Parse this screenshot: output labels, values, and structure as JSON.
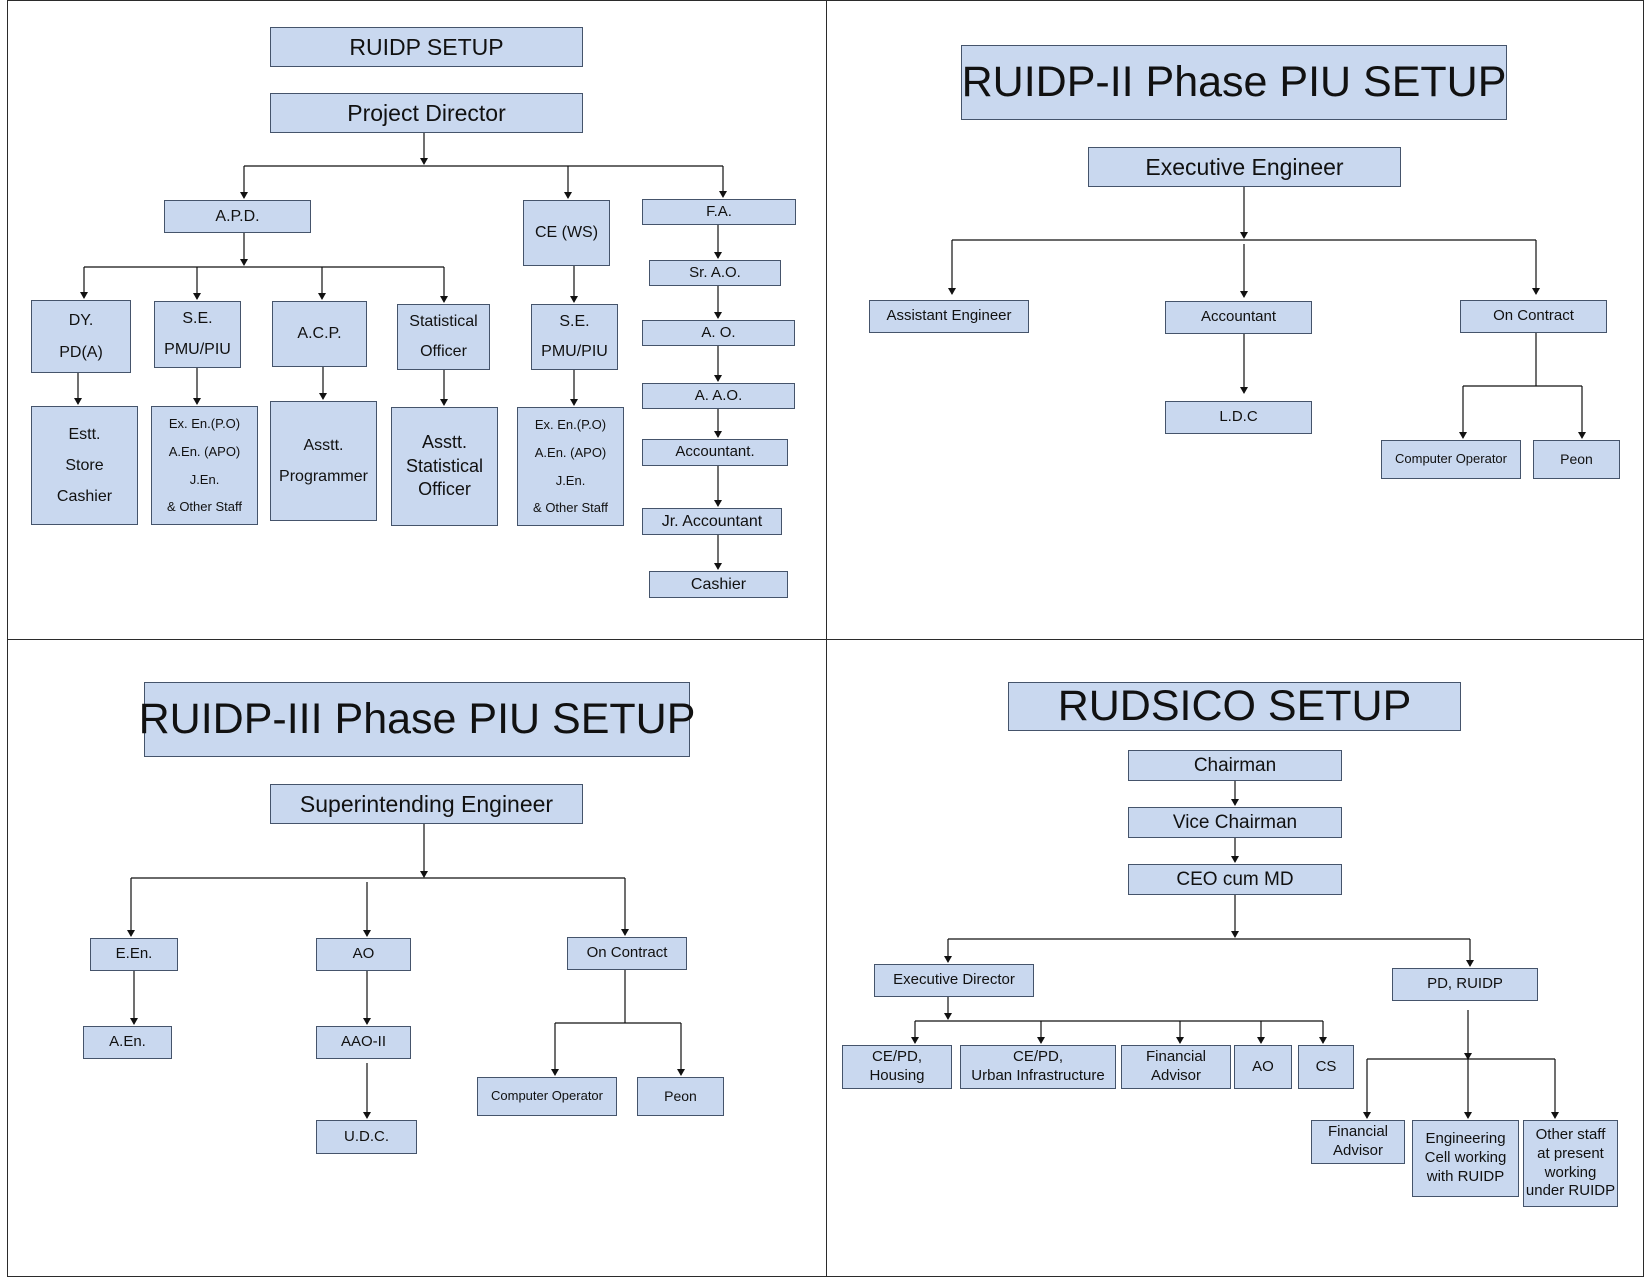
{
  "q1": {
    "title": "RUIDP SETUP",
    "top": "Project Director",
    "apd": "A.P.D.",
    "cews": "CE (WS)",
    "fa": "F.A.",
    "dypda": [
      "DY.",
      "PD(A)"
    ],
    "se1": [
      "S.E.",
      "PMU/PIU"
    ],
    "acp": "A.C.P.",
    "stat": [
      "Statistical",
      "Officer"
    ],
    "se2": [
      "S.E.",
      "PMU/PIU"
    ],
    "estt": [
      "Estt.",
      "Store",
      "Cashier"
    ],
    "exen1": [
      "Ex. En.(P.O)",
      "A.En. (APO)",
      "J.En.",
      "& Other Staff"
    ],
    "asstprog": [
      "Asstt.",
      "Programmer"
    ],
    "asststat": [
      "Asstt.",
      "Statistical",
      "Officer"
    ],
    "exen2": [
      "Ex. En.(P.O)",
      "A.En. (APO)",
      "J.En.",
      "& Other Staff"
    ],
    "srao": "Sr. A.O.",
    "ao": "A. O.",
    "aao": "A. A.O.",
    "accountant": "Accountant.",
    "jracc": "Jr. Accountant",
    "cashier": "Cashier"
  },
  "q2": {
    "title": "RUIDP-II Phase PIU SETUP",
    "top": "Executive Engineer",
    "ae": "Assistant Engineer",
    "acc": "Accountant",
    "oncontract": "On Contract",
    "ldc": "L.D.C",
    "compop": "Computer Operator",
    "peon": "Peon"
  },
  "q3": {
    "title": "RUIDP-III Phase PIU SETUP",
    "top": "Superintending Engineer",
    "een": "E.En.",
    "ao": "AO",
    "oncontract": "On Contract",
    "aen": "A.En.",
    "aao": "AAO-II",
    "udc": "U.D.C.",
    "compop": "Computer Operator",
    "peon": "Peon"
  },
  "q4": {
    "title": "RUDSICO SETUP",
    "chairman": "Chairman",
    "vicechair": "Vice Chairman",
    "ceo": "CEO cum MD",
    "ed": "Executive Director",
    "pd": "PD, RUIDP",
    "cehousing": [
      "CE/PD,",
      "Housing"
    ],
    "ceurban": [
      "CE/PD,",
      "Urban Infrastructure"
    ],
    "finadv1": [
      "Financial",
      "Advisor"
    ],
    "ao": "AO",
    "cs": "CS",
    "finadv2": [
      "Financial",
      "Advisor"
    ],
    "engcell": [
      "Engineering",
      "Cell working",
      "with RUIDP"
    ],
    "otherstaff": [
      "Other staff",
      "at present",
      "working",
      "under RUIDP"
    ]
  }
}
